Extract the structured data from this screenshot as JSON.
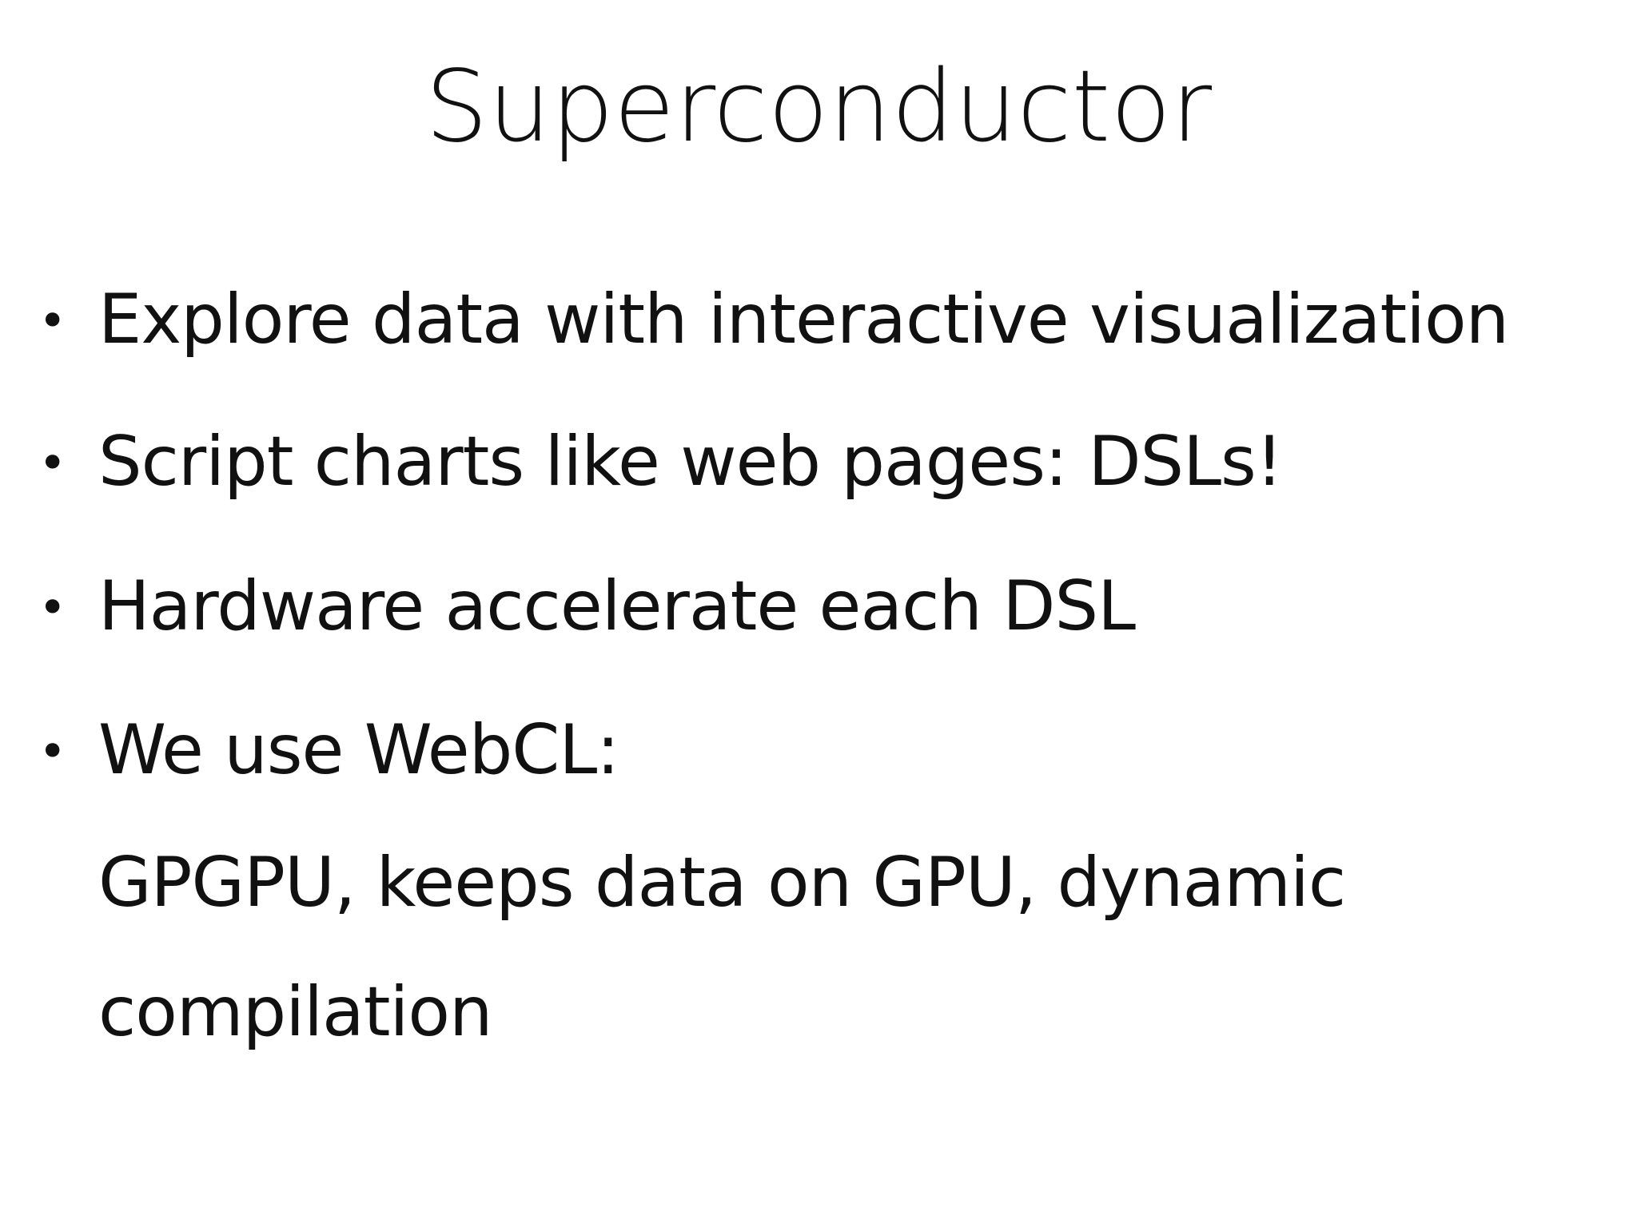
{
  "slide": {
    "title": "Superconductor",
    "bullets": [
      {
        "marker": "•",
        "text": "Explore data with interactive visualization"
      },
      {
        "marker": "•",
        "text": "Script charts like web pages: DSLs!"
      },
      {
        "marker": "•",
        "text": "Hardware accelerate each DSL"
      },
      {
        "marker": "•",
        "text": "We use WebCL:"
      }
    ],
    "continuation_lines": [
      "GPGPU, keeps data on GPU, dynamic",
      "compilation"
    ]
  }
}
